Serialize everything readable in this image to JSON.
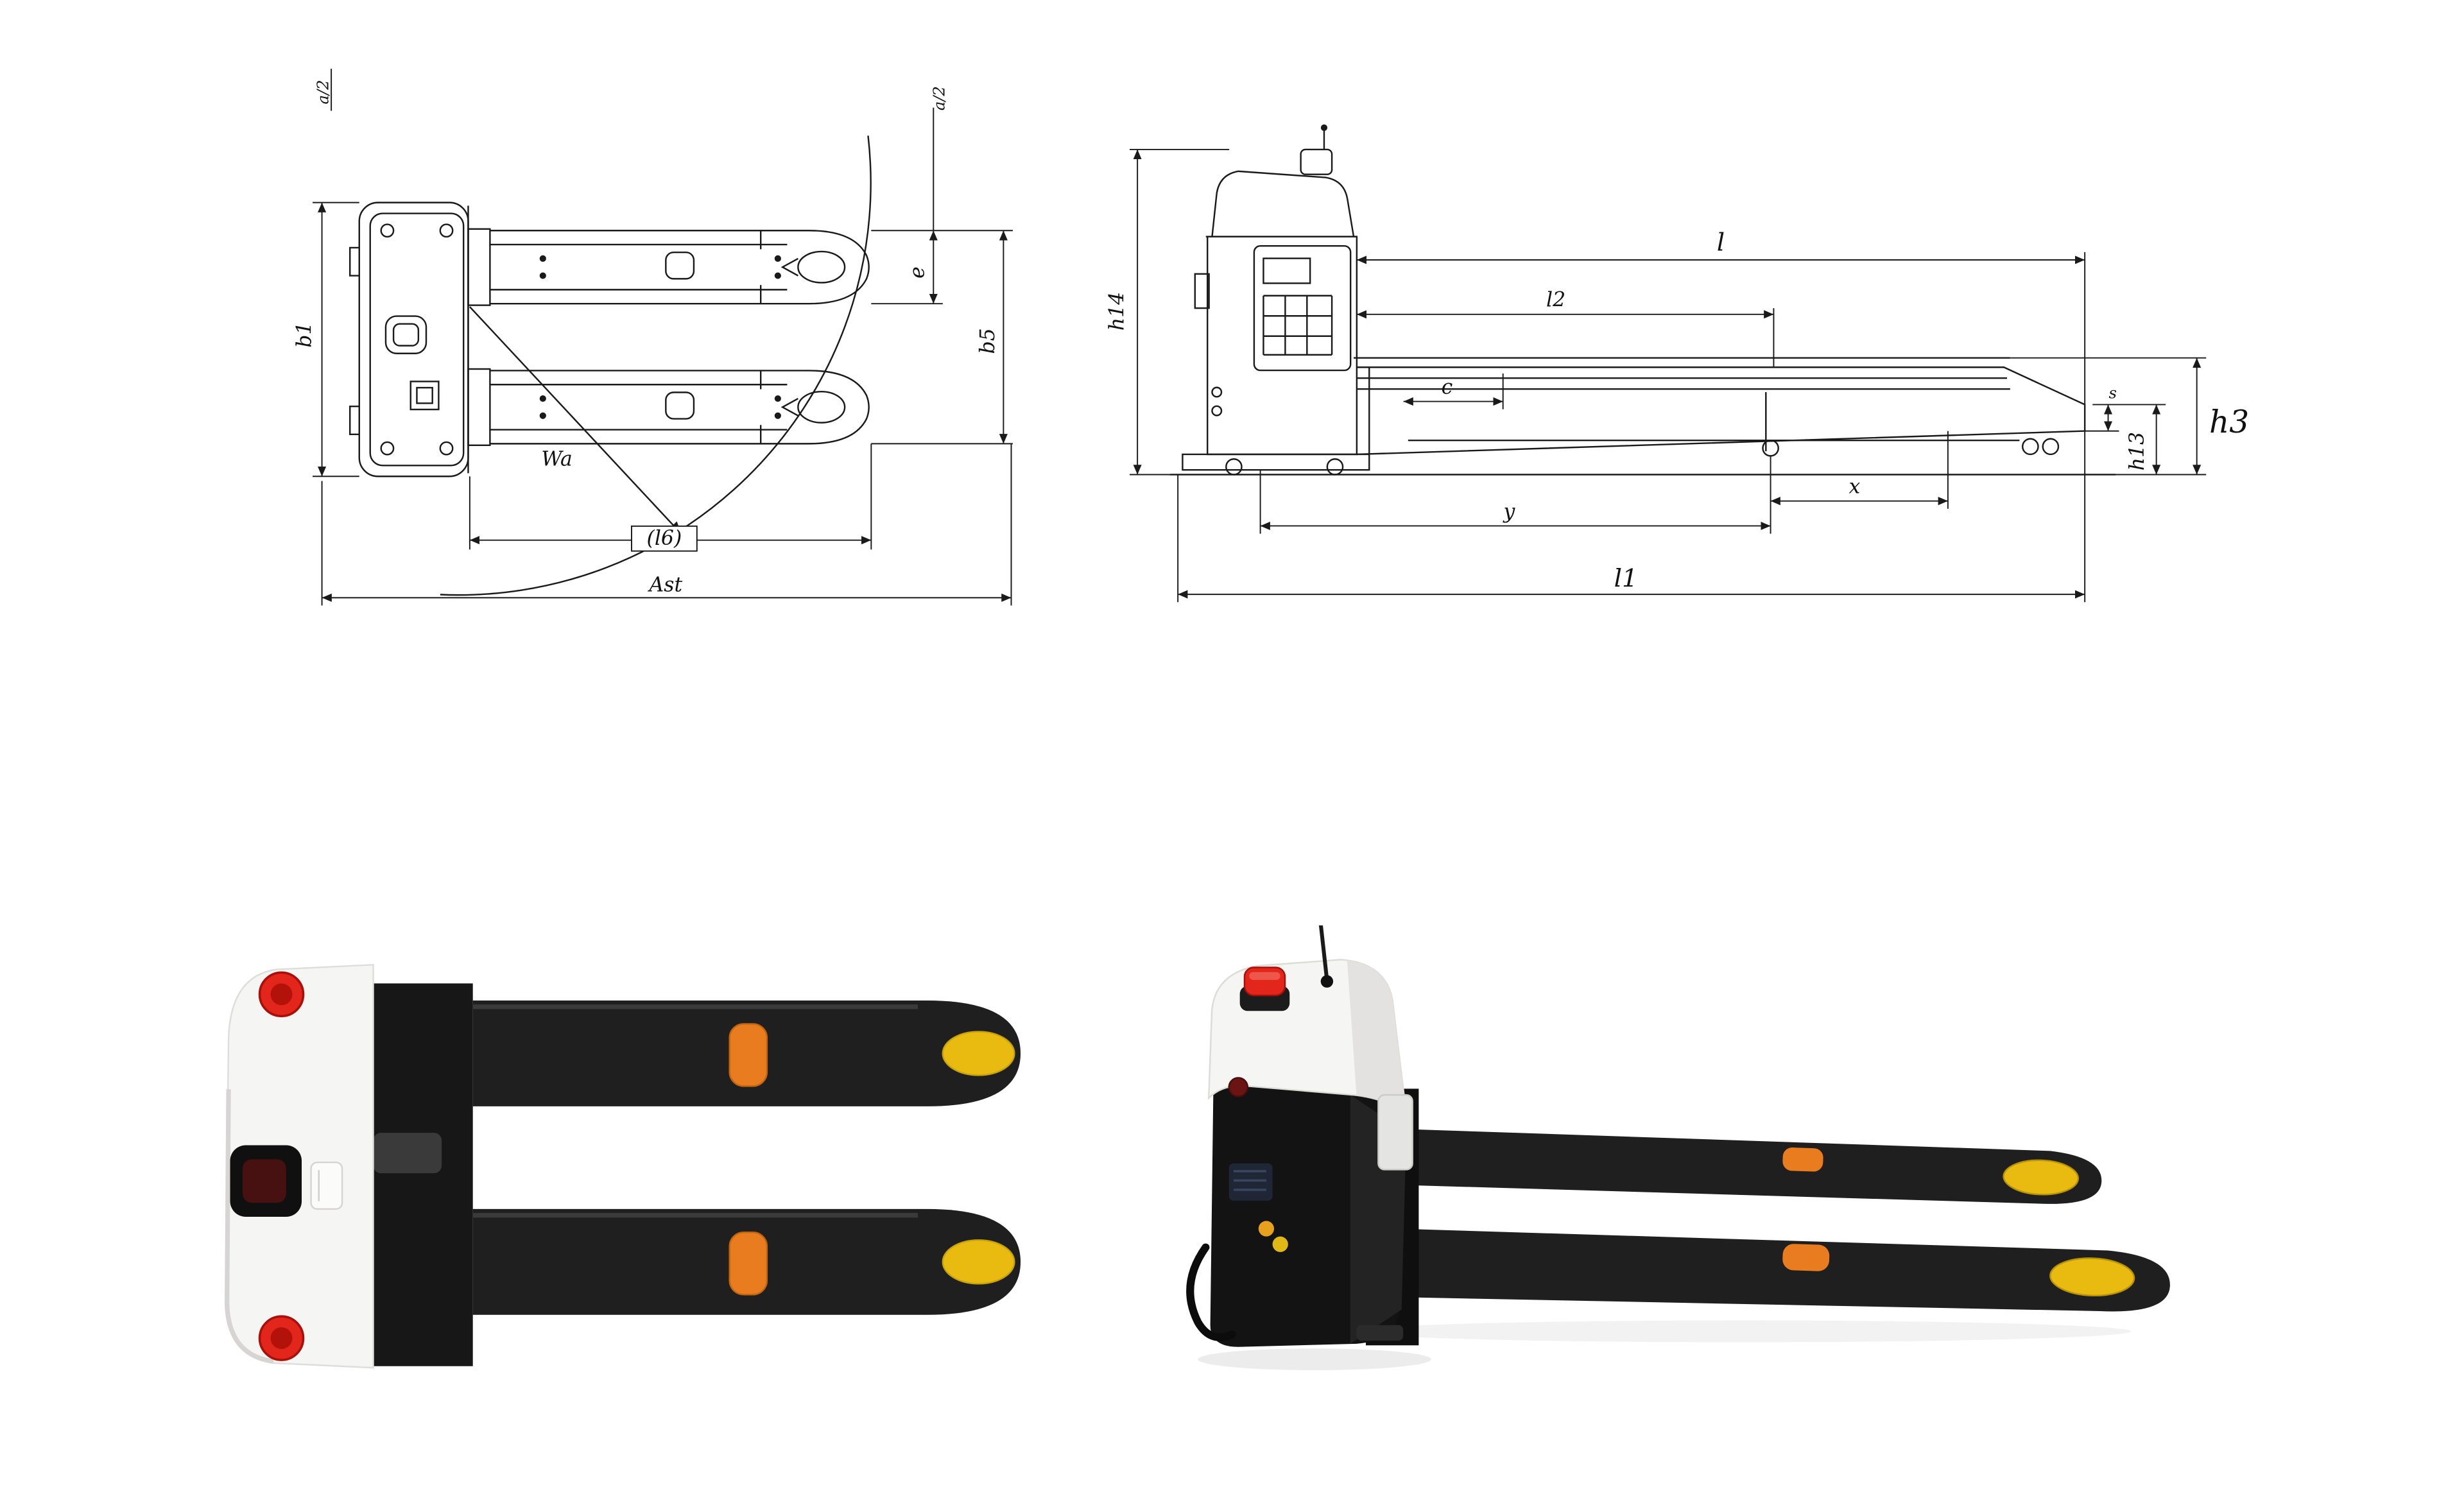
{
  "figure": {
    "type": "pallet-truck-technical-datasheet",
    "background": "#ffffff"
  },
  "colors": {
    "line": "#1a1a1a",
    "fork_black": "#1f1f1f",
    "body_white": "#f5f5f3",
    "button_red": "#e3261b",
    "indicator_orange": "#e87c1e",
    "wheel_yellow": "#e9bb10"
  },
  "drawings": {
    "top_view": {
      "labels": {
        "b1": "b1",
        "b5": "b5",
        "e": "e",
        "a2_left": "a/2",
        "a2_right": "a/2",
        "l6": "(l6)",
        "ast": "Ast",
        "wa": "Wa"
      }
    },
    "side_view": {
      "labels": {
        "l": "l",
        "l2": "l2",
        "c": "c",
        "y": "y",
        "x": "x",
        "s": "s",
        "h3": "h3",
        "h13": "h13",
        "h14": "h14",
        "l1": "l1"
      }
    }
  }
}
